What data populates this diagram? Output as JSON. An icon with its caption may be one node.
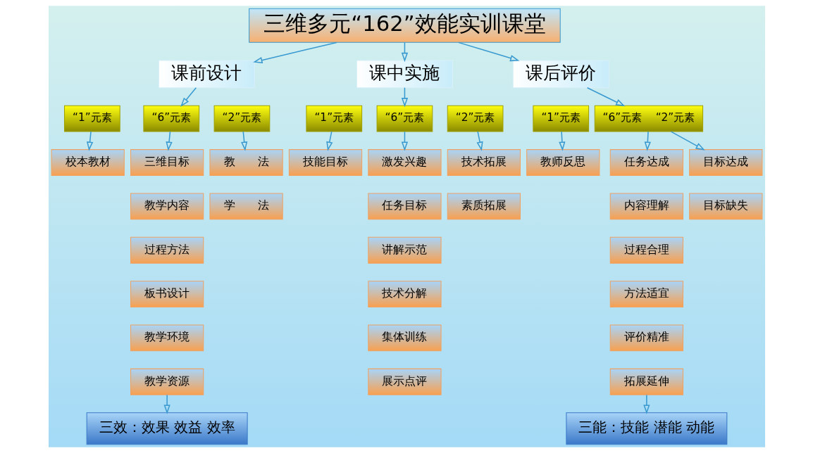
{
  "diagram": {
    "nodes": [
      {
        "text": [
          "三维多元“162”效能实训课堂"
        ]
      },
      {
        "text": [
          "课前设计"
        ]
      },
      {
        "text": [
          "课中实施"
        ]
      },
      {
        "text": [
          "课后评价"
        ]
      },
      {
        "text": [
          "“1”元素"
        ]
      },
      {
        "text": [
          "“6”元素"
        ]
      },
      {
        "text": [
          "“2”元素"
        ]
      },
      {
        "text": [
          "校本教材"
        ]
      },
      {
        "text": [
          "三维目标"
        ]
      },
      {
        "text": [
          "教学内容"
        ]
      },
      {
        "text": [
          "过程方法"
        ]
      },
      {
        "text": [
          "板书设计"
        ]
      },
      {
        "text": [
          "教学环境"
        ]
      },
      {
        "text": [
          "教学资源"
        ]
      },
      {
        "text": [
          "教　　法"
        ]
      },
      {
        "text": [
          "学　　法"
        ]
      },
      {
        "text": [
          "“1”元素"
        ]
      },
      {
        "text": [
          "“6”元素"
        ]
      },
      {
        "text": [
          "“2”元素"
        ]
      },
      {
        "text": [
          "技能目标"
        ]
      },
      {
        "text": [
          "激发兴趣"
        ]
      },
      {
        "text": [
          "任务目标"
        ]
      },
      {
        "text": [
          "讲解示范"
        ]
      },
      {
        "text": [
          "技术分解"
        ]
      },
      {
        "text": [
          "集体训练"
        ]
      },
      {
        "text": [
          "展示点评"
        ]
      },
      {
        "text": [
          "技术拓展"
        ]
      },
      {
        "text": [
          "素质拓展"
        ]
      },
      {
        "text": [
          "“1”元素"
        ]
      },
      {
        "text": [
          "“6”元素",
          "“2”元素"
        ]
      },
      {
        "text": [
          "教师反思"
        ]
      },
      {
        "text": [
          "任务达成"
        ]
      },
      {
        "text": [
          "内容理解"
        ]
      },
      {
        "text": [
          "过程合理"
        ]
      },
      {
        "text": [
          "方法适宜"
        ]
      },
      {
        "text": [
          "评价精准"
        ]
      },
      {
        "text": [
          "拓展延伸"
        ]
      },
      {
        "text": [
          "目标达成"
        ]
      },
      {
        "text": [
          "目标缺失"
        ]
      },
      {
        "text": [
          "三效：效果 效益 效率"
        ]
      },
      {
        "text": [
          "三能：技能 潜能 动能"
        ]
      }
    ],
    "edges": [
      {
        "from": 0,
        "to": 1,
        "arrow": "to"
      },
      {
        "from": 0,
        "to": 2,
        "arrow": "to"
      },
      {
        "from": 0,
        "to": 3,
        "arrow": "to"
      },
      {
        "from": 1,
        "to": 5,
        "arrow": "to"
      },
      {
        "from": 4,
        "to": 7,
        "arrow": "to"
      },
      {
        "from": 5,
        "to": 8,
        "arrow": "to"
      },
      {
        "from": 6,
        "to": 14,
        "arrow": "to"
      },
      {
        "from": 2,
        "to": 17,
        "arrow": "to"
      },
      {
        "from": 16,
        "to": 19,
        "arrow": "to"
      },
      {
        "from": 17,
        "to": 20,
        "arrow": "to"
      },
      {
        "from": 18,
        "to": 26,
        "arrow": "to"
      },
      {
        "from": 3,
        "to": 29,
        "arrow": "to"
      },
      {
        "from": 28,
        "to": 30,
        "arrow": "to"
      },
      {
        "from": 29,
        "to": 31,
        "arrow": "to"
      },
      {
        "from": 29,
        "to": 37,
        "arrow": "to"
      },
      {
        "from": 13,
        "to": 39,
        "arrow": "to"
      },
      {
        "from": 36,
        "to": 40,
        "arrow": "to"
      }
    ]
  }
}
